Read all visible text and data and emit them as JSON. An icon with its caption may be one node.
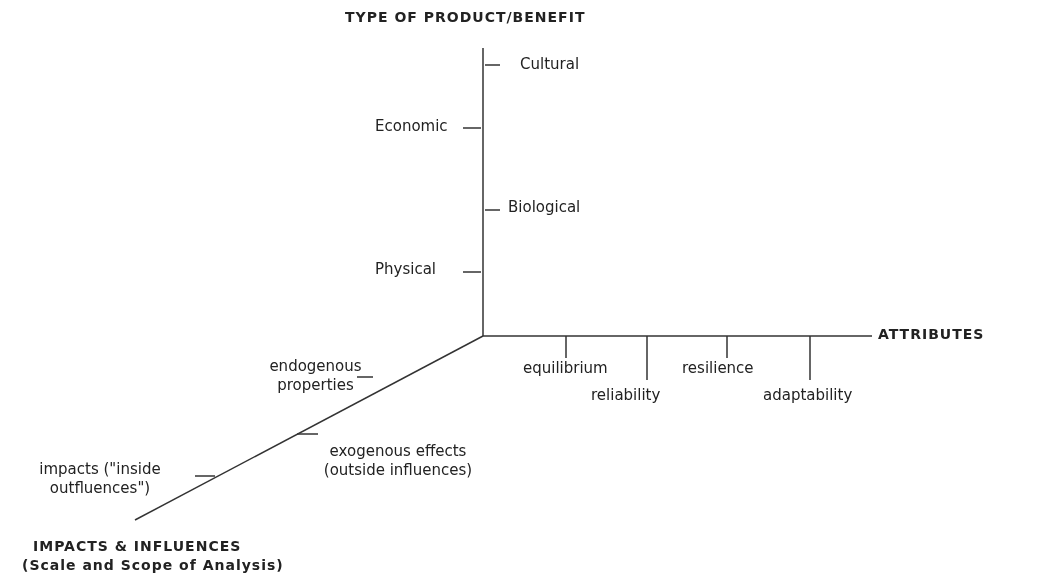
{
  "diagram": {
    "labels": [
      "TYPE OF PRODUCT/BENEFIT",
      "Cultural",
      "Economic",
      "Biological",
      "Physical",
      "ATTRIBUTES",
      "endogenous properties",
      "equilibrium",
      "reliability",
      "resilience",
      "adaptability",
      "exogenous effects (outside influences)",
      "impacts (\"inside outfluences\")",
      "IMPACTS & INFLUENCES",
      "(Scale and Scope of Analysis)"
    ]
  }
}
